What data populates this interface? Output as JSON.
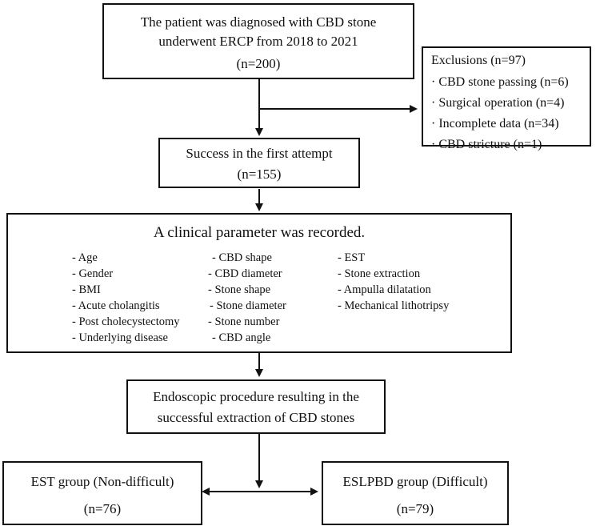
{
  "start": {
    "line1": "The patient was diagnosed with CBD stone",
    "line2": "underwent ERCP from 2018 to 2021",
    "count": "(n=200)"
  },
  "exclusions": {
    "title": "Exclusions (n=97)",
    "items": [
      "· CBD stone passing (n=6)",
      "· Surgical operation (n=4)",
      "· Incomplete data (n=34)",
      "· CBD stricture (n=1)"
    ]
  },
  "success": {
    "line1": "Success in the first attempt",
    "count": "(n=155)"
  },
  "parameters": {
    "title": "A clinical parameter was recorded.",
    "col1": [
      "- Age",
      "- Gender",
      "- BMI",
      "- Acute cholangitis",
      "- Post cholecystectomy",
      "- Underlying disease"
    ],
    "col2": [
      "- CBD shape",
      "- CBD diameter",
      "- Stone shape",
      "- Stone diameter",
      "- Stone number",
      "- CBD angle"
    ],
    "col3": [
      "- EST",
      "- Stone extraction",
      "- Ampulla dilatation",
      "- Mechanical lithotripsy"
    ]
  },
  "procedure": {
    "line1": "Endoscopic procedure resulting in the",
    "line2": "successful extraction of CBD stones"
  },
  "est_group": {
    "label": "EST group (Non-difficult)",
    "count": "(n=76)"
  },
  "eslpbd_group": {
    "label": "ESLPBD group (Difficult)",
    "count": "(n=79)"
  }
}
